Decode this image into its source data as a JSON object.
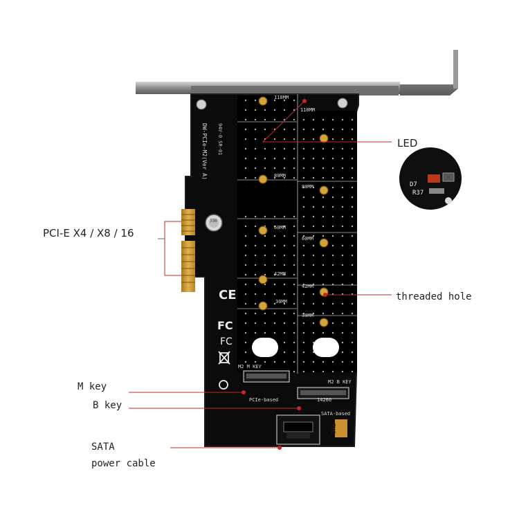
{
  "labels": {
    "led": "LED",
    "pcie": "PCI-E X4 / X8 / 16",
    "threaded_hole": "threaded hole",
    "m_key": "M key",
    "b_key": "B key",
    "sata_line1": "SATA",
    "sata_line2": "power cable"
  },
  "board_text": {
    "model": "DW-PCIe-M2(Ver A)",
    "rating": "94V-0 SR-01",
    "m2_m_key": "M2 M KEY",
    "m2_b_key": "M2 B KEY",
    "pcie_based": "PCIe-based",
    "sata_based": "SATA-based",
    "slot_110_left": "110MM",
    "slot_110_right": "110MM",
    "slot_80_left": "80MM",
    "slot_80_right": "80MM",
    "slot_60_left": "60MM",
    "slot_60_right": "60MM",
    "slot_42_left": "42MM",
    "slot_42_right": "42MM",
    "slot_30_left": "30MM",
    "slot_30_right": "30MM",
    "cap_value": "330",
    "logo_text": "TXC",
    "inset_d7": "D7",
    "inset_r37": "R37",
    "chip_code": "14260"
  },
  "colors": {
    "pcb": "#0b0b0b",
    "pcb_edge": "#1c1c1c",
    "gold": "#c8962c",
    "bracket": "#8d8d8d",
    "callout": "#c62828",
    "holes": "#f2f2f2"
  }
}
